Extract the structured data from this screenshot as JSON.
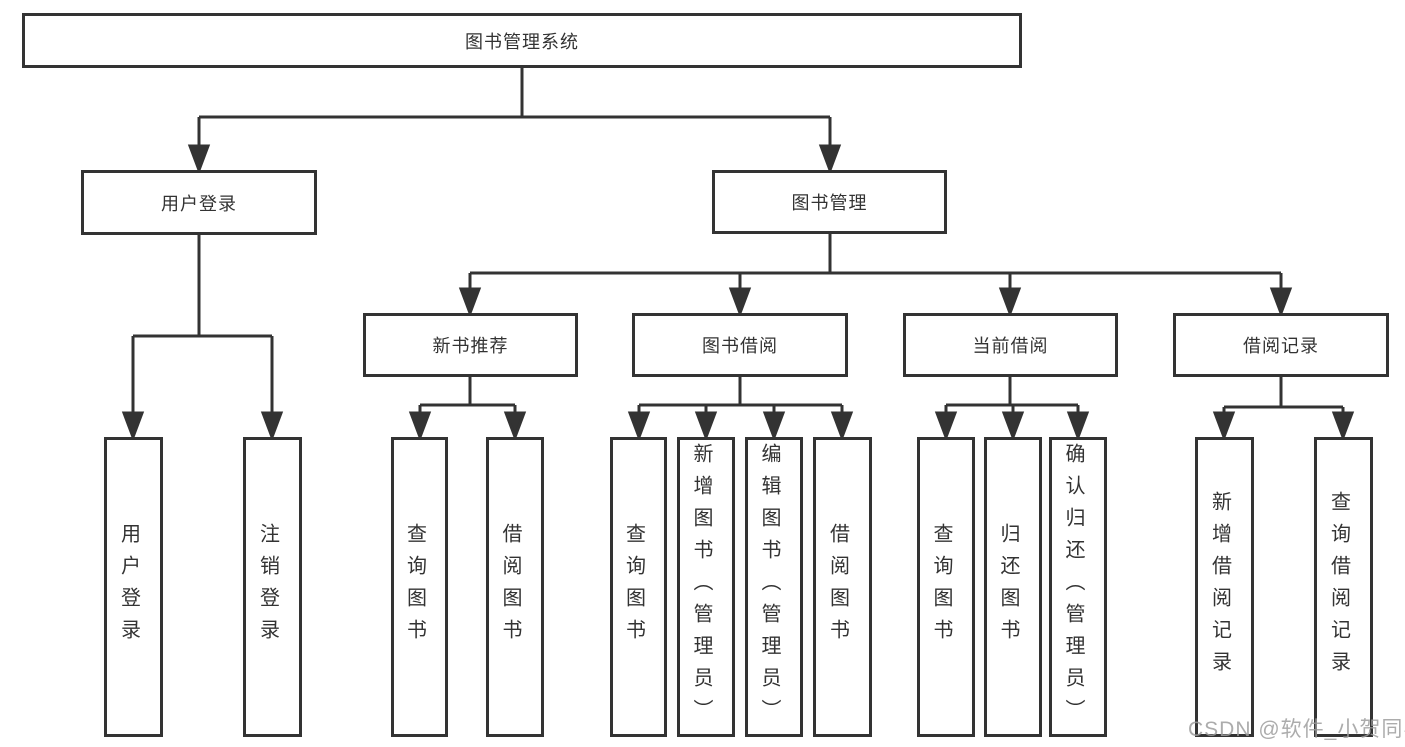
{
  "diagram_title": "图书管理系统",
  "tree": {
    "label": "图书管理系统",
    "children": [
      {
        "label": "用户登录",
        "children": [
          {
            "label": "用户登录"
          },
          {
            "label": "注销登录"
          }
        ]
      },
      {
        "label": "图书管理",
        "children": [
          {
            "label": "新书推荐",
            "children": [
              {
                "label": "查询图书"
              },
              {
                "label": "借阅图书"
              }
            ]
          },
          {
            "label": "图书借阅",
            "children": [
              {
                "label": "查询图书"
              },
              {
                "label": "新增图书（管理员）"
              },
              {
                "label": "编辑图书（管理员）"
              },
              {
                "label": "借阅图书"
              }
            ]
          },
          {
            "label": "当前借阅",
            "children": [
              {
                "label": "查询图书"
              },
              {
                "label": "归还图书"
              },
              {
                "label": "确认归还（管理员）"
              }
            ]
          },
          {
            "label": "借阅记录",
            "children": [
              {
                "label": "新增借阅记录"
              },
              {
                "label": "查询借阅记录"
              }
            ]
          }
        ]
      }
    ]
  },
  "watermark": {
    "text": "CSDN @软件_小贺同学"
  },
  "colors": {
    "line": "#333333",
    "box_border": "#333333",
    "text": "#333333",
    "background": "#ffffff",
    "watermark": "#9e9e9e"
  }
}
